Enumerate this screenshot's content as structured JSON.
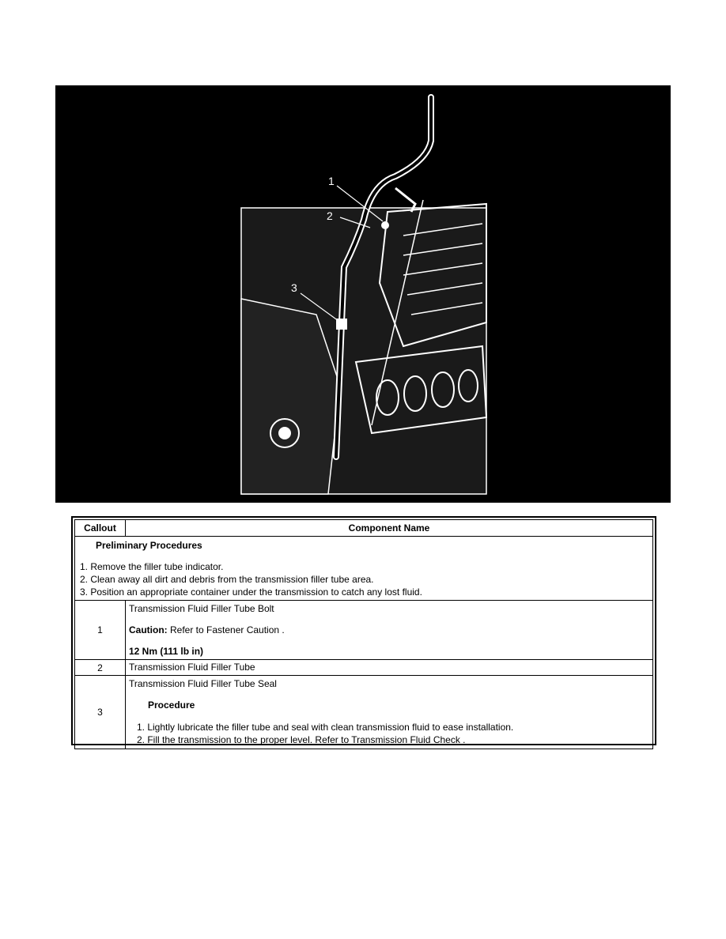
{
  "illustration": {
    "callouts": [
      "1",
      "2",
      "3"
    ]
  },
  "table": {
    "headers": {
      "callout": "Callout",
      "component": "Component Name"
    },
    "preliminary": {
      "heading": "Preliminary Procedures",
      "steps": [
        "1.  Remove the filler tube indicator.",
        "2.  Clean away all dirt and debris from the transmission filler tube area.",
        "3.  Position an appropriate container under the transmission to catch any lost fluid."
      ]
    },
    "rows": [
      {
        "callout": "1",
        "name": "Transmission Fluid Filler Tube Bolt",
        "caution_label": "Caution:",
        "caution_text": " Refer to Fastener Caution .",
        "torque": "12 Nm (111 lb in)"
      },
      {
        "callout": "2",
        "name": "Transmission Fluid Filler Tube"
      },
      {
        "callout": "3",
        "name": "Transmission Fluid Filler Tube Seal",
        "procedure_heading": "Procedure",
        "steps": [
          "1.  Lightly lubricate the filler tube and seal with clean transmission fluid to ease installation.",
          "2.  Fill the transmission to the proper level. Refer to Transmission Fluid Check ."
        ]
      }
    ]
  }
}
